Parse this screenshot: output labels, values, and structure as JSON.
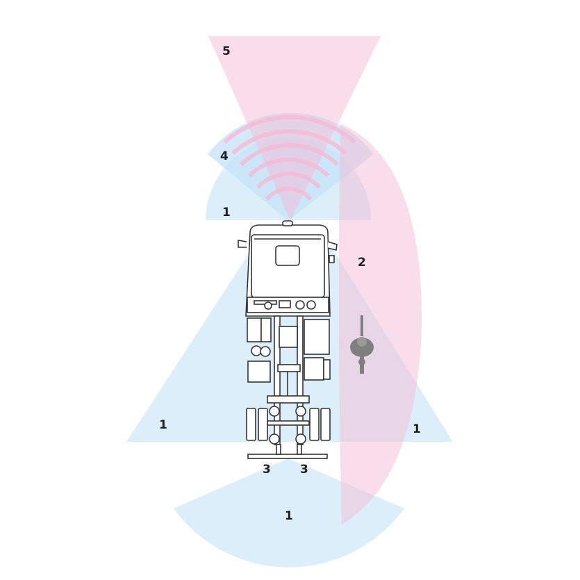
{
  "colors": {
    "blue_zone": "#c6e3f8",
    "pink_zone": "#f5bcd6",
    "truck_fill": "#ffffff",
    "truck_stroke": "#333333",
    "person": "#7f7f7f",
    "label": "#1f1f1f"
  },
  "labels": {
    "front_far": "5",
    "front_radar": "4",
    "front_near": "1",
    "right_side": "2",
    "left_side": "1",
    "right_side_near": "1",
    "rear_left": "3",
    "rear_right": "3",
    "rear": "1"
  },
  "icons": {
    "vehicle": "truck-chassis-top-view",
    "pedestrian": "person-top-view"
  }
}
